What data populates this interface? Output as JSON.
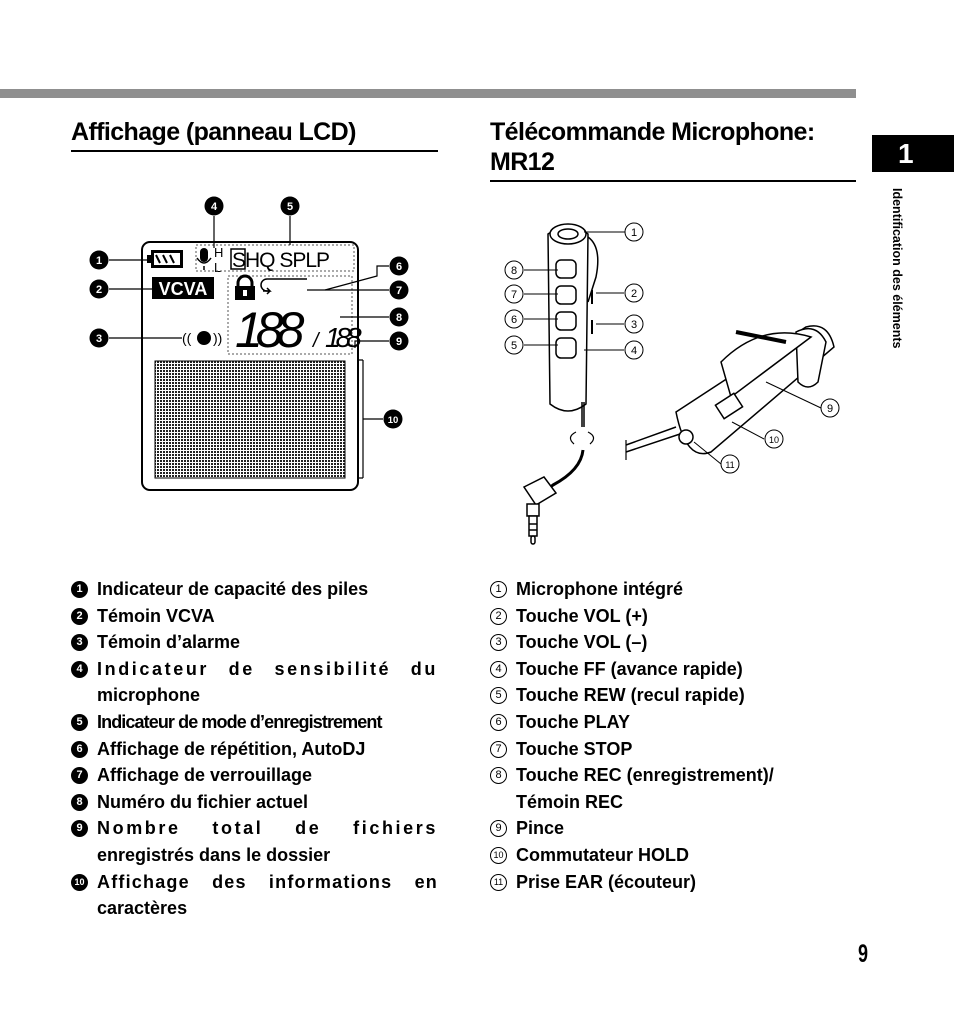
{
  "left": {
    "title": "Affichage (panneau LCD)",
    "items": [
      {
        "num": "1",
        "text": "Indicateur de capacité des piles"
      },
      {
        "num": "2",
        "text": "Témoin VCVA"
      },
      {
        "num": "3",
        "text": "Témoin d’alarme"
      },
      {
        "num": "4",
        "text": "Indicateur de sensibilité du",
        "text2": "microphone"
      },
      {
        "num": "5",
        "text": "Indicateur de mode d’enregistrement"
      },
      {
        "num": "6",
        "text": "Affichage de répétition, AutoDJ"
      },
      {
        "num": "7",
        "text": "Affichage de verrouillage"
      },
      {
        "num": "8",
        "text": "Numéro du fichier actuel"
      },
      {
        "num": "9",
        "text": "Nombre total de fichiers",
        "text2": "enregistrés dans le dossier"
      },
      {
        "num": "10",
        "text": "Affichage des informations en",
        "text2": "caractères"
      }
    ]
  },
  "right": {
    "title_line1": "Télécommande Microphone:",
    "title_line2": "MR12",
    "items": [
      {
        "num": "1",
        "text": "Microphone intégré"
      },
      {
        "num": "2",
        "text": "Touche VOL (+)"
      },
      {
        "num": "3",
        "text": "Touche VOL (–)"
      },
      {
        "num": "4",
        "text": "Touche FF (avance rapide)"
      },
      {
        "num": "5",
        "text": "Touche REW (recul rapide)"
      },
      {
        "num": "6",
        "text": "Touche PLAY"
      },
      {
        "num": "7",
        "text": "Touche STOP"
      },
      {
        "num": "8",
        "text": "Touche REC (enregistrement)/",
        "text2": "Témoin REC"
      },
      {
        "num": "9",
        "text": "Pince"
      },
      {
        "num": "10",
        "text": "Commutateur HOLD"
      },
      {
        "num": "11",
        "text": "Prise EAR (écouteur)"
      }
    ]
  },
  "lcd": {
    "vcva": "VCVA",
    "mic_h": "H",
    "mic_l": "L",
    "mode": "SHQ SPLP",
    "file_digits": "188",
    "total_digits": "188",
    "callouts": [
      "1",
      "2",
      "3",
      "4",
      "5",
      "6",
      "7",
      "8",
      "9",
      "10"
    ]
  },
  "remote_callouts": [
    "1",
    "2",
    "3",
    "4",
    "5",
    "6",
    "7",
    "8",
    "9",
    "10",
    "11"
  ],
  "sidebar": {
    "chapter": "1",
    "section": "Identification des éléments"
  },
  "page_number": "9"
}
